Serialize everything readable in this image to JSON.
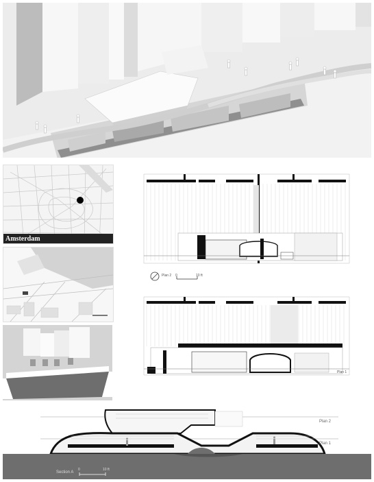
{
  "city_label": "Amsterdam",
  "plan_labels": {
    "plan2_small": "Plan 2",
    "plan1_small": "Plan 1"
  },
  "section": {
    "title": "Section A",
    "plan2": "Plan 2",
    "plan1": "Plan 1",
    "scale_start": "0",
    "scale_end": "10 ft"
  },
  "plan_scale": {
    "start": "0",
    "end": "10 ft"
  },
  "colors": {
    "ground": "#6e6e6e",
    "wall": "#111111",
    "map_road": "#c8c8c8",
    "accent_dot": "#000000"
  }
}
